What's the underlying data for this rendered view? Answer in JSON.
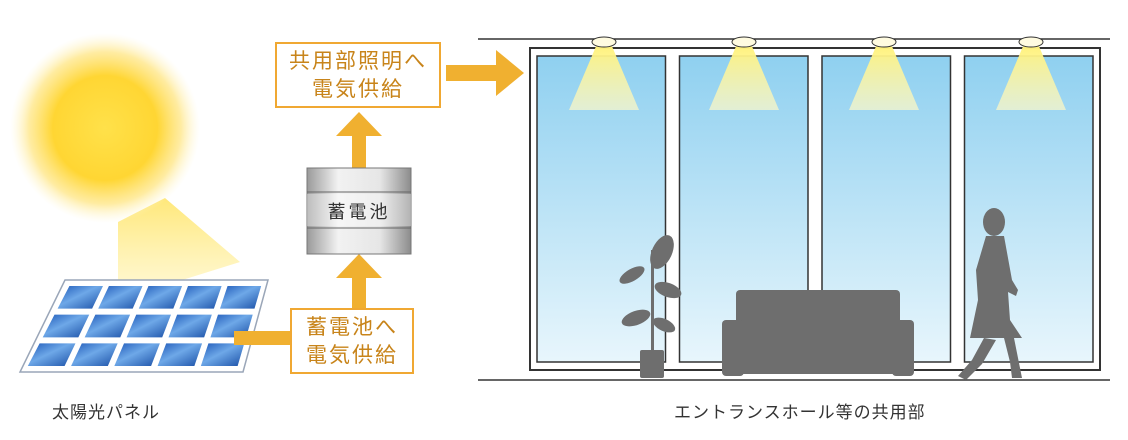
{
  "labels": {
    "supply_common_line1": "共用部照明へ",
    "supply_common_line2": "電気供給",
    "supply_battery_line1": "蓄電池へ",
    "supply_battery_line2": "電気供給",
    "battery": "蓄電池",
    "solar_caption": "太陽光パネル",
    "hall_caption": "エントランスホール等の共用部"
  },
  "colors": {
    "arrow": "#f0b030",
    "box_border": "#f0a832",
    "box_text": "#c8841a",
    "silhouette": "#6e6e6e"
  }
}
